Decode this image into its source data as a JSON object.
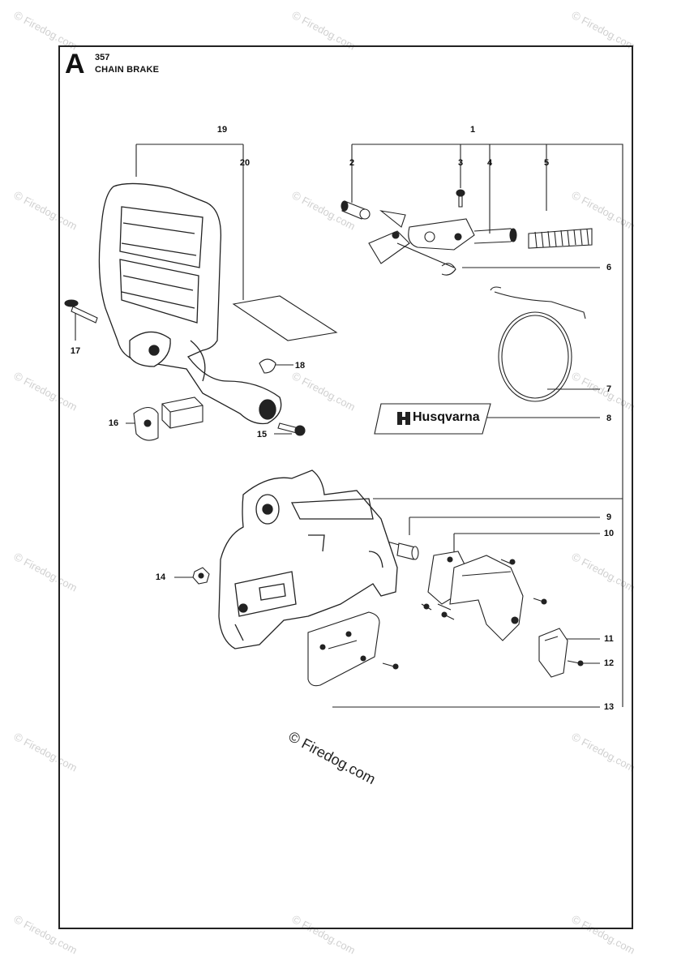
{
  "header": {
    "section_letter": "A",
    "model": "357",
    "title": "CHAIN BRAKE"
  },
  "callouts": [
    "1",
    "2",
    "3",
    "4",
    "5",
    "6",
    "7",
    "8",
    "9",
    "10",
    "11",
    "12",
    "13",
    "14",
    "15",
    "16",
    "17",
    "18",
    "19",
    "20"
  ],
  "decal_brand": "Husqvarna",
  "watermark": {
    "symbol": "©",
    "text": "Firedog.com"
  },
  "credit": {
    "symbol": "©",
    "text": "Firedog.com"
  }
}
